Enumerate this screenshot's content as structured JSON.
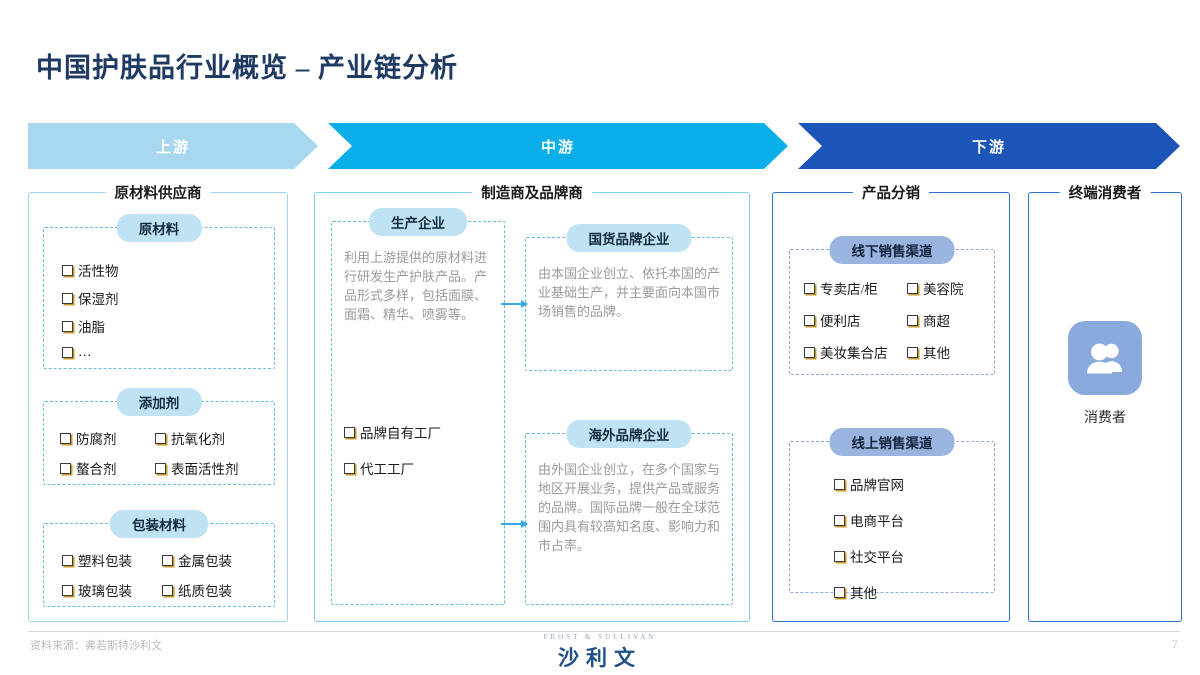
{
  "slide": {
    "title": "中国护肤品行业概览 – 产业链分析",
    "page_number": "7"
  },
  "banner": {
    "segments": [
      {
        "label": "上游",
        "color": "#a8d8ef"
      },
      {
        "label": "中游",
        "color": "#0aaee8"
      },
      {
        "label": "下游",
        "color": "#1c55b8"
      }
    ]
  },
  "upstream": {
    "panel_title": "原材料供应商",
    "groups": [
      {
        "title": "原材料",
        "rows": [
          [
            "活性物"
          ],
          [
            "保湿剂"
          ],
          [
            "油脂"
          ],
          [
            "…"
          ]
        ]
      },
      {
        "title": "添加剂",
        "rows": [
          [
            "防腐剂",
            "抗氧化剂"
          ],
          [
            "螯合剂",
            "表面活性剂"
          ]
        ]
      },
      {
        "title": "包装材料",
        "rows": [
          [
            "塑料包装",
            "金属包装"
          ],
          [
            "玻璃包装",
            "纸质包装"
          ]
        ]
      }
    ]
  },
  "midstream": {
    "panel_title": "制造商及品牌商",
    "producer": {
      "title": "生产企业",
      "description": "利用上游提供的原材料进行研发生产护肤产品。产品形式多样，包括面膜、面霜、精华、喷雾等。",
      "items": [
        "品牌自有工厂",
        "代工工厂"
      ]
    },
    "domestic_brand": {
      "title": "国货品牌企业",
      "description": "由本国企业创立、依托本国的产业基础生产，并主要面向本国市场销售的品牌。"
    },
    "overseas_brand": {
      "title": "海外品牌企业",
      "description": "由外国企业创立，在多个国家与地区开展业务，提供产品或服务的品牌。国际品牌一般在全球范围内具有较高知名度、影响力和市占率。"
    }
  },
  "distribution": {
    "panel_title": "产品分销",
    "offline": {
      "title": "线下销售渠道",
      "rows": [
        [
          "专卖店/柜",
          "美容院"
        ],
        [
          "便利店",
          "商超"
        ],
        [
          "美妆集合店",
          "其他"
        ]
      ]
    },
    "online": {
      "title": "线上销售渠道",
      "rows": [
        [
          "品牌官网"
        ],
        [
          "电商平台"
        ],
        [
          "社交平台"
        ],
        [
          "其他"
        ]
      ]
    }
  },
  "consumer": {
    "panel_title": "终端消费者",
    "icon": "people-icon",
    "label": "消费者"
  },
  "footer": {
    "source": "资料来源：弗若斯特沙利文",
    "logo_en": "FROST  &  SULLIVAN",
    "logo_cn": "沙利文"
  }
}
